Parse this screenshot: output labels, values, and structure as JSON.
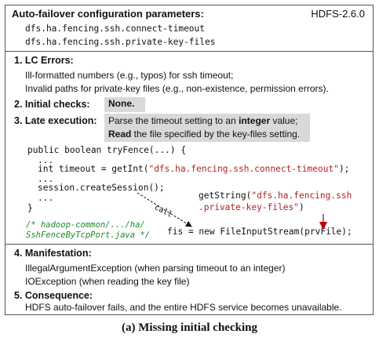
{
  "header": {
    "title": "Auto-failover configuration parameters:",
    "version": "HDFS-2.6.0",
    "params": [
      "dfs.ha.fencing.ssh.connect-timeout",
      "dfs.ha.fencing.ssh.private-key-files"
    ]
  },
  "lc_errors": {
    "title": "1. LC Errors:",
    "lines": [
      "Ill-formatted numbers (e.g., typos) for ssh timeout;",
      "Invalid paths for private-key files (e.g., non-existence, permission errors)."
    ]
  },
  "initial_checks": {
    "title": "2. Initial checks:",
    "value": "None."
  },
  "late_execution": {
    "title": "3. Late execution:",
    "line1_pre": "Parse the timeout setting to an ",
    "line1_bold": "integer",
    "line1_post": " value;",
    "line2_bold": "Read",
    "line2_post": " the file specified by the key-files setting."
  },
  "code": {
    "lines": [
      "public boolean tryFence(...) {",
      "...",
      "int timeout = getInt(",
      "...",
      "session.createSession();",
      "...",
      "}"
    ],
    "timeout_key": "\"dfs.ha.fencing.ssh.connect-timeout\"",
    "timeout_end": ");",
    "getstring_line1_pre": "getString(",
    "getstring_line1_red": "\"dfs.ha.fencing.ssh",
    "getstring_line2_red": ".private-key-files\"",
    "getstring_line2_post": ")",
    "call_label": "call",
    "comment_line1": "/* hadoop-common/.../ha/",
    "comment_line2": "SshFenceByTcpPort.java */",
    "fis_line": "fis = new FileInputStream(prvFile);"
  },
  "manifestation": {
    "title": "4. Manifestation:",
    "lines": [
      "IllegalArgumentException (when parsing timeout to an integer)",
      "IOException (when reading the key file)"
    ]
  },
  "consequence": {
    "title": "5. Consequence:",
    "line": "HDFS auto-failover fails, and the entire HDFS service becomes unavailable."
  },
  "caption": "(a) Missing initial checking",
  "colors": {
    "border": "#555555",
    "highlight_box": "#d9d9d9",
    "code_red": "#b22222",
    "comment_green": "#1a8a2a"
  }
}
